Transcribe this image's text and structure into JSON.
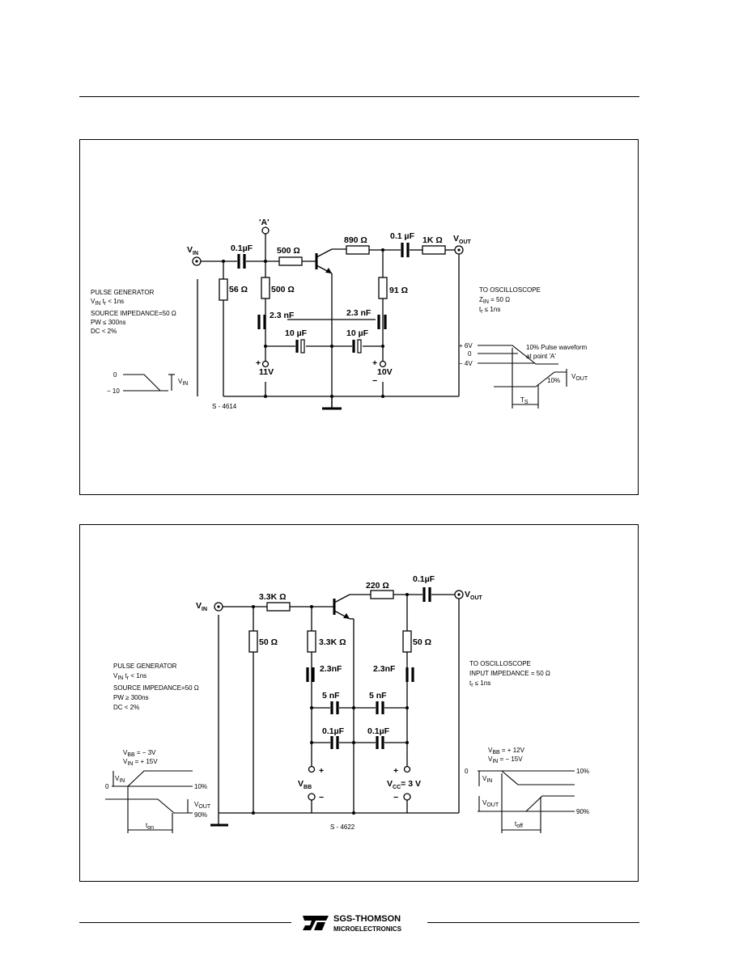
{
  "footer": {
    "brand": "SGS-THOMSON",
    "sub": "MICROELECTRONICS"
  },
  "fig1": {
    "vin": "V",
    "vin_sub": "IN",
    "vout": "V",
    "vout_sub": "OUT",
    "point_a": "'A'",
    "c_in": "0.1µF",
    "r_base": "500 Ω",
    "r_890": "890 Ω",
    "c_out": "0.1 µF",
    "r_1k": "1K Ω",
    "r_56": "56 Ω",
    "r_500": "500 Ω",
    "r_91": "91 Ω",
    "c_23a": "2.3 nF",
    "c_23b": "2.3 nF",
    "c_10a": "10 µF",
    "c_10b": "10 µF",
    "v11_plus": "+",
    "v11": "11V",
    "v10_plus": "+",
    "v10": "10V",
    "v10_minus": "−",
    "pulse": [
      "PULSE GENERATOR",
      "V",
      "IN",
      " t",
      "r",
      " < 1ns",
      "SOURCE IMPEDANCE=50 Ω",
      "PW ≤ 300ns",
      "DC < 2%"
    ],
    "wave_0": "0",
    "wave_m10": "− 10",
    "wave_vin": "V",
    "wave_vin_sub": "IN",
    "scope": [
      "TO OSCILLOSCOPE",
      "Z",
      "IN",
      " = 50 Ω",
      "t",
      "r",
      " ≤ 1ns"
    ],
    "w6v": "+ 6V",
    "w0": "0",
    "w4v": "− 4V",
    "w10pct_a": "10% Pulse waveform",
    "w_pointa": "at point 'A'",
    "w_vout": "V",
    "w_vout_sub": "OUT",
    "w10pct_b": "10%",
    "w_ts": "T",
    "w_ts_sub": "S",
    "code": "S - 4614"
  },
  "fig2": {
    "vin": "V",
    "vin_sub": "IN",
    "vout": "V",
    "vout_sub": "OUT",
    "r_33k": "3.3K Ω",
    "r_220": "220 Ω",
    "c_out": "0.1µF",
    "r_50a": "50 Ω",
    "r_33kb": "3.3K Ω",
    "r_50b": "50 Ω",
    "c_23a": "2.3nF",
    "c_23b": "2.3nF",
    "c_5a": "5 nF",
    "c_5b": "5 nF",
    "c_01a": "0.1µF",
    "c_01b": "0.1µF",
    "vbb": "V",
    "vbb_sub": "BB",
    "vbb_plus": "+",
    "vbb_minus": "−",
    "vcc": "V",
    "vcc_sub": "CC",
    "vcc_val": "= 3 V",
    "vcc_plus": "+",
    "vcc_minus": "−",
    "pulse": [
      "PULSE GENERATOR",
      "V",
      "IN",
      " t",
      "r",
      " < 1ns",
      "SOURCE IMPEDANCE=50 Ω",
      "PW ≥ 300ns",
      "DC < 2%"
    ],
    "scope": [
      "TO OSCILLOSCOPE",
      "INPUT IMPEDANCE = 50 Ω",
      "t",
      "r",
      " ≤ 1ns"
    ],
    "lw_vbb": "V",
    "lw_vbb_sub": "BB",
    "lw_vbb_val": " = − 3V",
    "lw_vin": "V",
    "lw_vin_sub": "IN",
    "lw_vin_val": " = + 15V",
    "lw_0": "0",
    "lw_vin2": "V",
    "lw_vin2_sub": "IN",
    "lw_10": "10%",
    "lw_vout": "V",
    "lw_vout_sub": "OUT",
    "lw_90": "90%",
    "lw_ton": "t",
    "lw_ton_sub": "on",
    "rw_vbb": "V",
    "rw_vbb_sub": "BB",
    "rw_vbb_val": " = + 12V",
    "rw_vin": "V",
    "rw_vin_sub": "IN",
    "rw_vin_val": " = − 15V",
    "rw_0": "0",
    "rw_vin2": "V",
    "rw_vin2_sub": "IN",
    "rw_10": "10%",
    "rw_vout": "V",
    "rw_vout_sub": "OUT",
    "rw_90": "90%",
    "rw_toff": "t",
    "rw_toff_sub": "off",
    "code": "S - 4622"
  }
}
